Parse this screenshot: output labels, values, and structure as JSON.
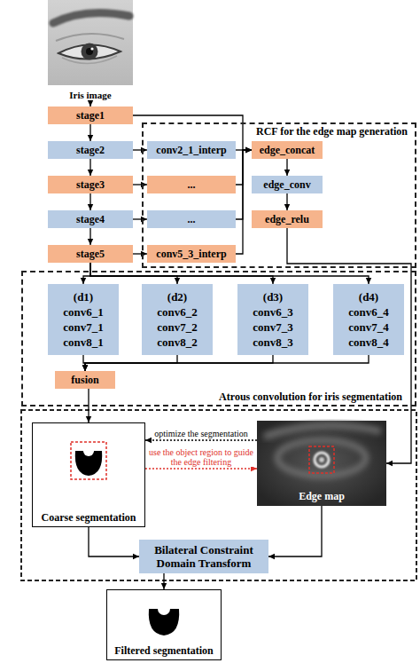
{
  "diagram": {
    "nodes": [
      {
        "text": [
          "Iris image"
        ]
      },
      {
        "text": [
          "stage1"
        ]
      },
      {
        "text": [
          "RCF for the edge map generation"
        ]
      },
      {
        "text": [
          "stage2"
        ]
      },
      {
        "text": [
          "conv2_1_interp"
        ],
        "in": 2
      },
      {
        "text": [
          "edge_concat"
        ],
        "in": 2
      },
      {
        "text": [
          "stage3"
        ]
      },
      {
        "text": [
          "..."
        ],
        "in": 2
      },
      {
        "text": [
          "edge_conv"
        ],
        "in": 2
      },
      {
        "text": [
          "stage4"
        ]
      },
      {
        "text": [
          "..."
        ],
        "in": 2
      },
      {
        "text": [
          "edge_relu"
        ],
        "in": 2
      },
      {
        "text": [
          "stage5"
        ]
      },
      {
        "text": [
          "conv5_3_interp"
        ],
        "in": 2
      },
      {
        "text": [
          "Atrous convolution for iris segmentation"
        ]
      },
      {
        "text": [
          "(d1)",
          "conv6_1",
          "conv7_1",
          "conv8_1"
        ],
        "in": 14
      },
      {
        "text": [
          "(d2)",
          "conv6_2",
          "conv7_2",
          "conv8_2"
        ],
        "in": 14
      },
      {
        "text": [
          "(d3)",
          "conv6_3",
          "conv7_3",
          "conv8_3"
        ],
        "in": 14
      },
      {
        "text": [
          "(d4)",
          "conv6_4",
          "conv7_4",
          "conv8_4"
        ],
        "in": 14
      },
      {
        "text": [
          "fusion"
        ],
        "in": 14
      },
      {
        "text": [
          "Coarse segmentation"
        ]
      },
      {
        "text": [
          "Edge map"
        ]
      },
      {
        "text": [
          "Bilateral Constraint Domain Transform"
        ]
      },
      {
        "text": [
          "Filtered segmentation"
        ]
      }
    ],
    "edges": [
      {
        "from": 0,
        "to": 1,
        "arrow": "to"
      },
      {
        "from": 1,
        "to": 3,
        "arrow": "to"
      },
      {
        "from": 3,
        "to": 6,
        "arrow": "to"
      },
      {
        "from": 6,
        "to": 9,
        "arrow": "to"
      },
      {
        "from": 9,
        "to": 12,
        "arrow": "to"
      },
      {
        "from": 3,
        "to": 4,
        "arrow": "to"
      },
      {
        "from": 6,
        "to": 7,
        "arrow": "to"
      },
      {
        "from": 9,
        "to": 10,
        "arrow": "to"
      },
      {
        "from": 12,
        "to": 13,
        "arrow": "to"
      },
      {
        "from": 1,
        "to": 5,
        "arrow": "to"
      },
      {
        "from": 4,
        "to": 5,
        "arrow": "to"
      },
      {
        "from": 7,
        "to": 5,
        "arrow": "to"
      },
      {
        "from": 10,
        "to": 5,
        "arrow": "to"
      },
      {
        "from": 13,
        "to": 5,
        "arrow": "to"
      },
      {
        "from": 5,
        "to": 8,
        "arrow": "to"
      },
      {
        "from": 8,
        "to": 11,
        "arrow": "to"
      },
      {
        "from": 11,
        "to": 21,
        "arrow": "to"
      },
      {
        "from": 12,
        "to": 15,
        "arrow": "to"
      },
      {
        "from": 12,
        "to": 16,
        "arrow": "to"
      },
      {
        "from": 12,
        "to": 17,
        "arrow": "to"
      },
      {
        "from": 12,
        "to": 18,
        "arrow": "to"
      },
      {
        "from": 15,
        "to": 19,
        "arrow": "to"
      },
      {
        "from": 16,
        "to": 19,
        "arrow": "to"
      },
      {
        "from": 17,
        "to": 19,
        "arrow": "to"
      },
      {
        "from": 18,
        "to": 19,
        "arrow": "to"
      },
      {
        "from": 19,
        "to": 20,
        "arrow": "to"
      },
      {
        "from": 21,
        "to": 20,
        "label": "optimize the segmentation",
        "arrow": "to"
      },
      {
        "from": 20,
        "to": 21,
        "label": "use the object region to guide the edge filtering",
        "arrow": "to"
      },
      {
        "from": 20,
        "to": 22,
        "arrow": "to"
      },
      {
        "from": 21,
        "to": 22,
        "arrow": "to"
      },
      {
        "from": 22,
        "to": 23,
        "arrow": "to"
      }
    ]
  }
}
